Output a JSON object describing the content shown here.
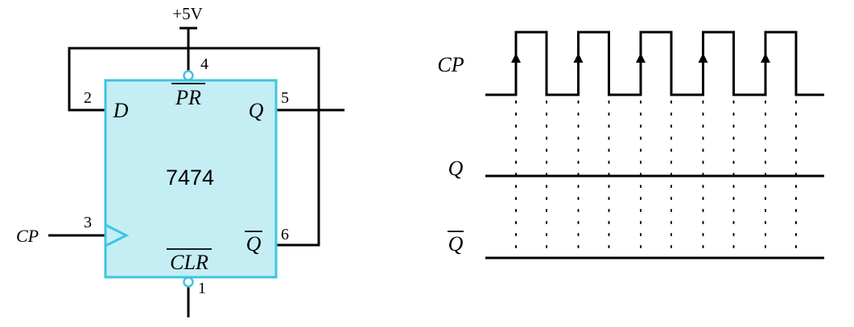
{
  "supply_label": "+5V",
  "chip": {
    "part_number": "7474",
    "fill_color": "#c4eef4",
    "border_color": "#3fc4e2",
    "pins": {
      "pr": {
        "label": "PR",
        "number": "4"
      },
      "d": {
        "label": "D",
        "number": "2"
      },
      "q": {
        "label": "Q",
        "number": "5"
      },
      "clk": {
        "number": "3"
      },
      "qbar": {
        "label": "Q",
        "number": "6"
      },
      "clr": {
        "label": "CLR",
        "number": "1"
      }
    }
  },
  "cp_input_label": "CP",
  "timing": {
    "signals": [
      {
        "label": "CP"
      },
      {
        "label": "Q"
      },
      {
        "label": "Q"
      }
    ],
    "cp_pulse_count": 5
  }
}
